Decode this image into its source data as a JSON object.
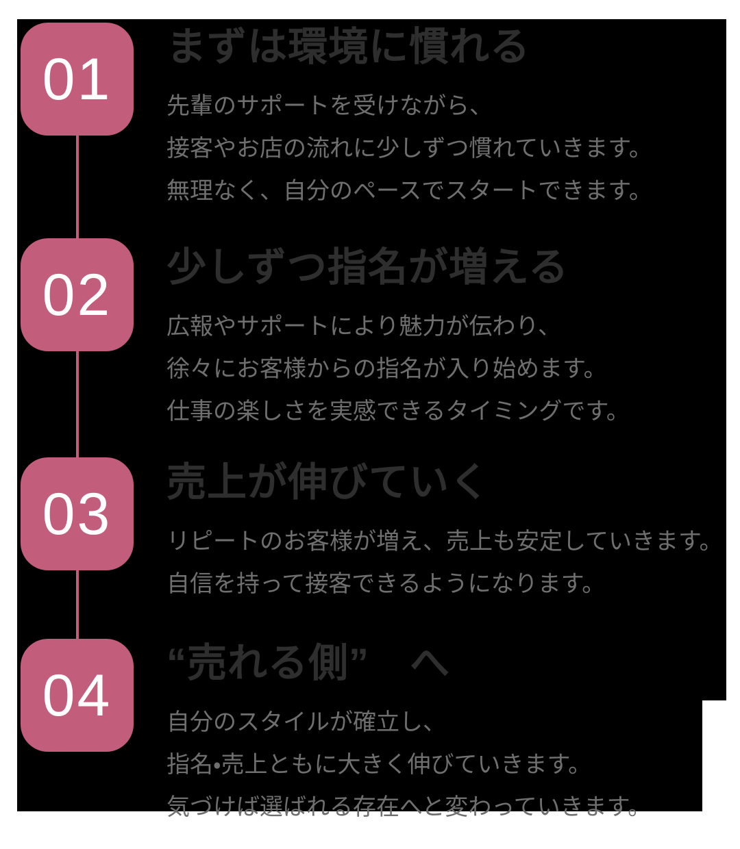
{
  "colors": {
    "page_background": "#ffffff",
    "panel_background": "#000000",
    "accent_pink": "#c25d7b",
    "badge_number": "#ffffff",
    "heading_text": "#2e2e2e",
    "body_text": "#6f6f6f"
  },
  "steps": [
    {
      "number": "01",
      "title": "まずは環境に慣れる",
      "lines": [
        "先輩のサポートを受けながら、",
        "接客やお店の流れに少しずつ慣れていきます。",
        "無理なく、自分のペースでスタートできます。"
      ]
    },
    {
      "number": "02",
      "title": "少しずつ指名が増える",
      "lines": [
        "広報やサポートにより魅力が伝わり、",
        "徐々にお客様からの指名が入り始めます。",
        "仕事の楽しさを実感できるタイミングです。"
      ]
    },
    {
      "number": "03",
      "title": "売上が伸びていく",
      "lines": [
        "リピートのお客様が増え、売上も安定していきます。",
        "自信を持って接客できるようになります。"
      ]
    },
    {
      "number": "04",
      "title": "“売れる側”　へ",
      "lines": [
        "自分のスタイルが確立し、",
        "指名・売上ともに大きく伸びていきます。",
        "気づけば選ばれる存在へと変わっていきます。"
      ]
    }
  ]
}
